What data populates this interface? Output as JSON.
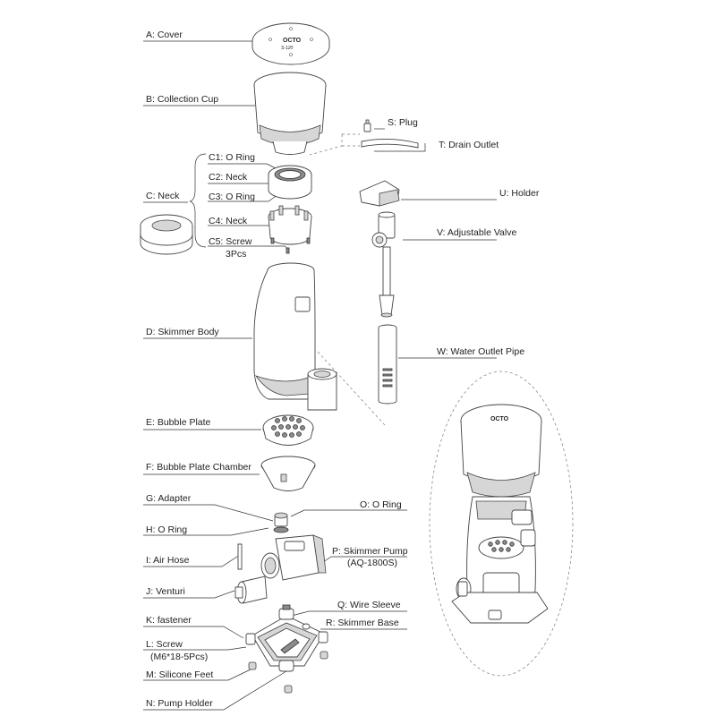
{
  "labels": {
    "A": "A: Cover",
    "B": "B: Collection Cup",
    "C": "C: Neck",
    "C1": "C1: O Ring",
    "C2": "C2: Neck",
    "C3": "C3: O Ring",
    "C4": "C4: Neck",
    "C5": "C5: Screw",
    "C5_qty": "3Pcs",
    "D": "D: Skimmer Body",
    "E": "E: Bubble Plate",
    "F": "F: Bubble Plate Chamber",
    "G": "G: Adapter",
    "H": "H: O Ring",
    "I": "I: Air Hose",
    "J": "J: Venturi",
    "K": "K: fastener",
    "L": "L: Screw",
    "L_spec": "(M6*18-5Pcs)",
    "M": "M: Silicone Feet",
    "N": "N: Pump Holder",
    "O": "O: O Ring",
    "P": "P: Skimmer Pump",
    "P_model": "(AQ-1800S)",
    "Q": "Q: Wire Sleeve",
    "R": "R: Skimmer Base",
    "S": "S: Plug",
    "T": "T: Drain Outlet",
    "U": "U: Holder",
    "V": "V: Adjustable Valve",
    "W": "W: Water Outlet Pipe"
  },
  "product": {
    "brand": "OCTO",
    "model": "S-120"
  }
}
